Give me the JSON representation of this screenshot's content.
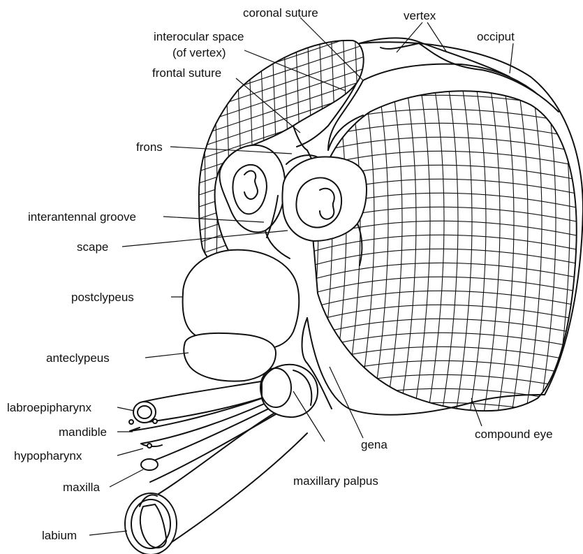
{
  "labels": {
    "coronal_suture": "coronal suture",
    "vertex": "vertex",
    "occiput": "occiput",
    "interocular_space_line1": "interocular space",
    "interocular_space_line2": "(of vertex)",
    "frontal_suture": "frontal suture",
    "frons": "frons",
    "interantennal_groove": "interantennal groove",
    "scape": "scape",
    "postclypeus": "postclypeus",
    "anteclypeus": "anteclypeus",
    "labroepipharynx": "labroepipharynx",
    "mandible": "mandible",
    "hypopharynx": "hypopharynx",
    "maxilla": "maxilla",
    "labium": "labium",
    "gena": "gena",
    "maxillary_palpus": "maxillary palpus",
    "compound_eye": "compound eye"
  }
}
